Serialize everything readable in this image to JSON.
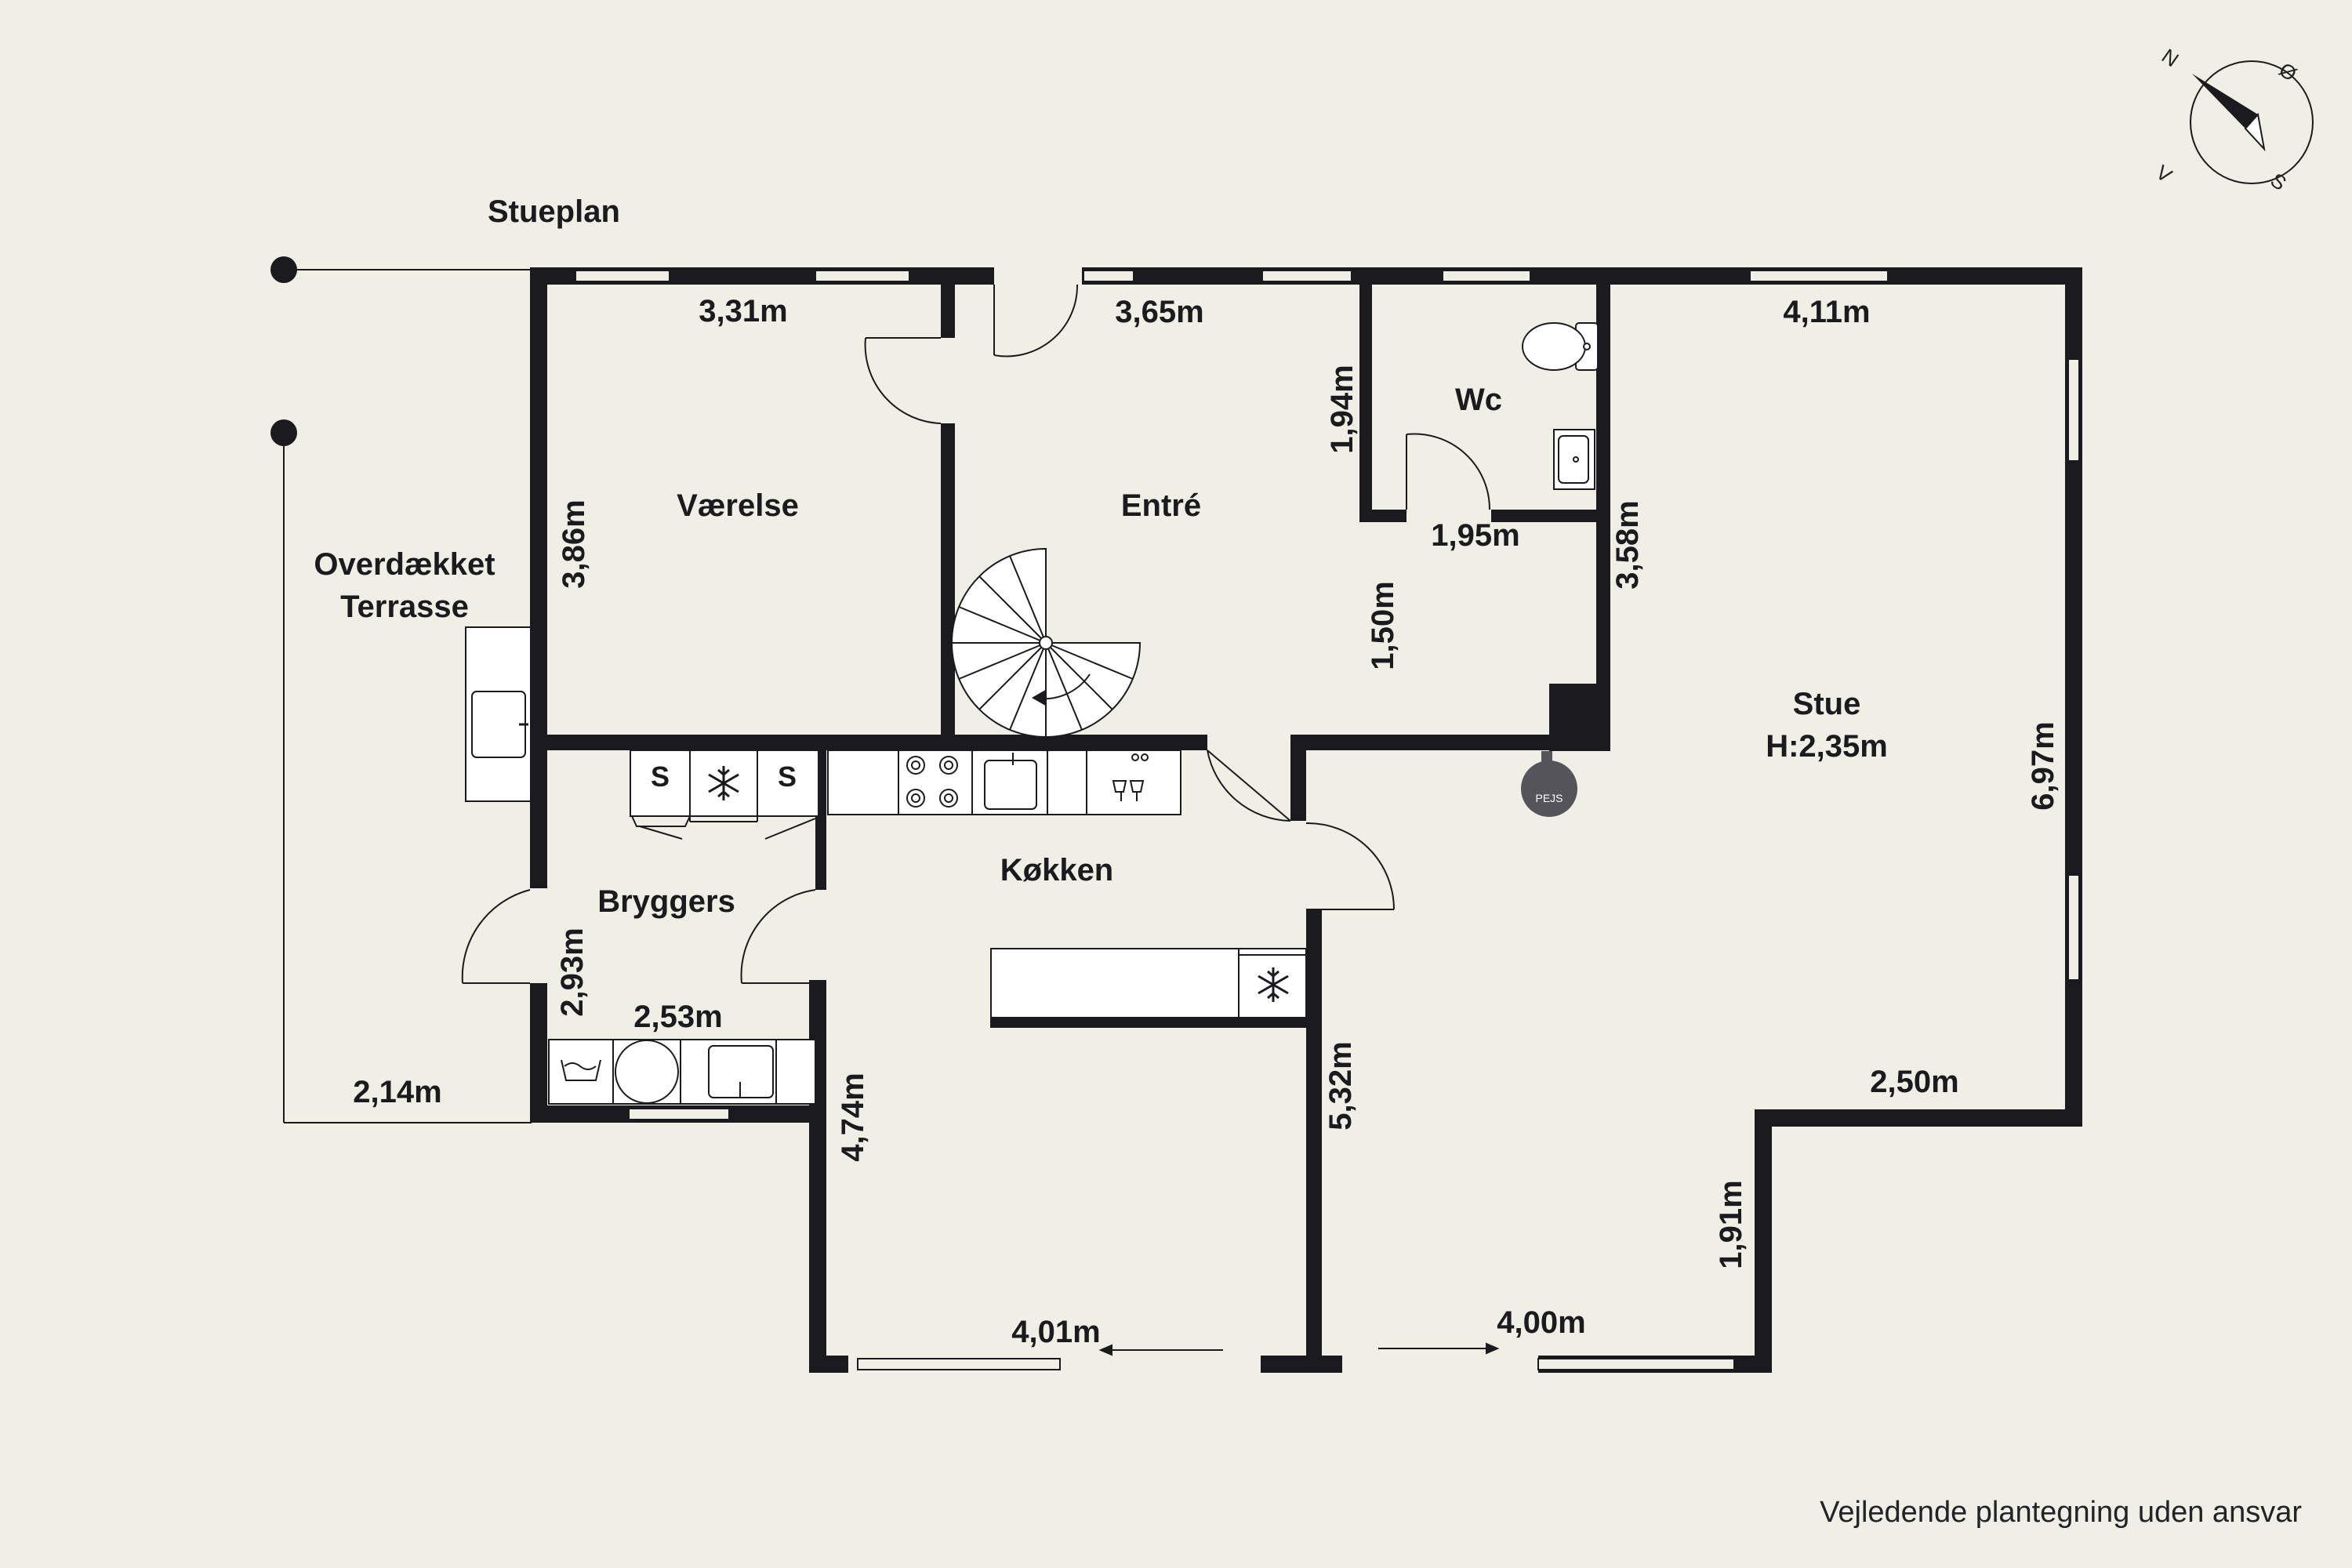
{
  "plan": {
    "title": "Stueplan",
    "disclaimer": "Vejledende plantegning uden ansvar",
    "rooms": {
      "vaerelse": "Værelse",
      "entre": "Entré",
      "wc": "Wc",
      "stue": "Stue\nH:2,35m",
      "kokken": "Køkken",
      "bryggers": "Bryggers",
      "terrasse": "Overdækket\nTerrasse"
    },
    "dimensions": {
      "vaerelse_width": "3,31m",
      "entre_width": "3,65m",
      "stue_width": "4,11m",
      "vaerelse_height": "3,86m",
      "wc_height": "1,94m",
      "wc_width": "1,95m",
      "entre_height": "1,50m",
      "stue_side": "3,58m",
      "stue_height": "6,97m",
      "bryggers_height": "2,93m",
      "bryggers_width": "2,53m",
      "terrasse_width": "2,14m",
      "kokken_height": "4,74m",
      "kokken_side": "5,32m",
      "stue_step": "2,50m",
      "stue_lower": "1,91m",
      "kokken_width": "4,01m",
      "stue_bottom": "4,00m"
    },
    "fixtures": {
      "pejs": "PEJS",
      "stove_s1": "S",
      "stove_s2": "S"
    },
    "compass": {
      "n": "N",
      "e": "Ø",
      "s": "S",
      "w": "V"
    }
  },
  "colors": {
    "background": "#f0efe6",
    "wall": "#1b1a1e",
    "fixture_fill": "#ffffff",
    "pejs": "#55545a"
  }
}
